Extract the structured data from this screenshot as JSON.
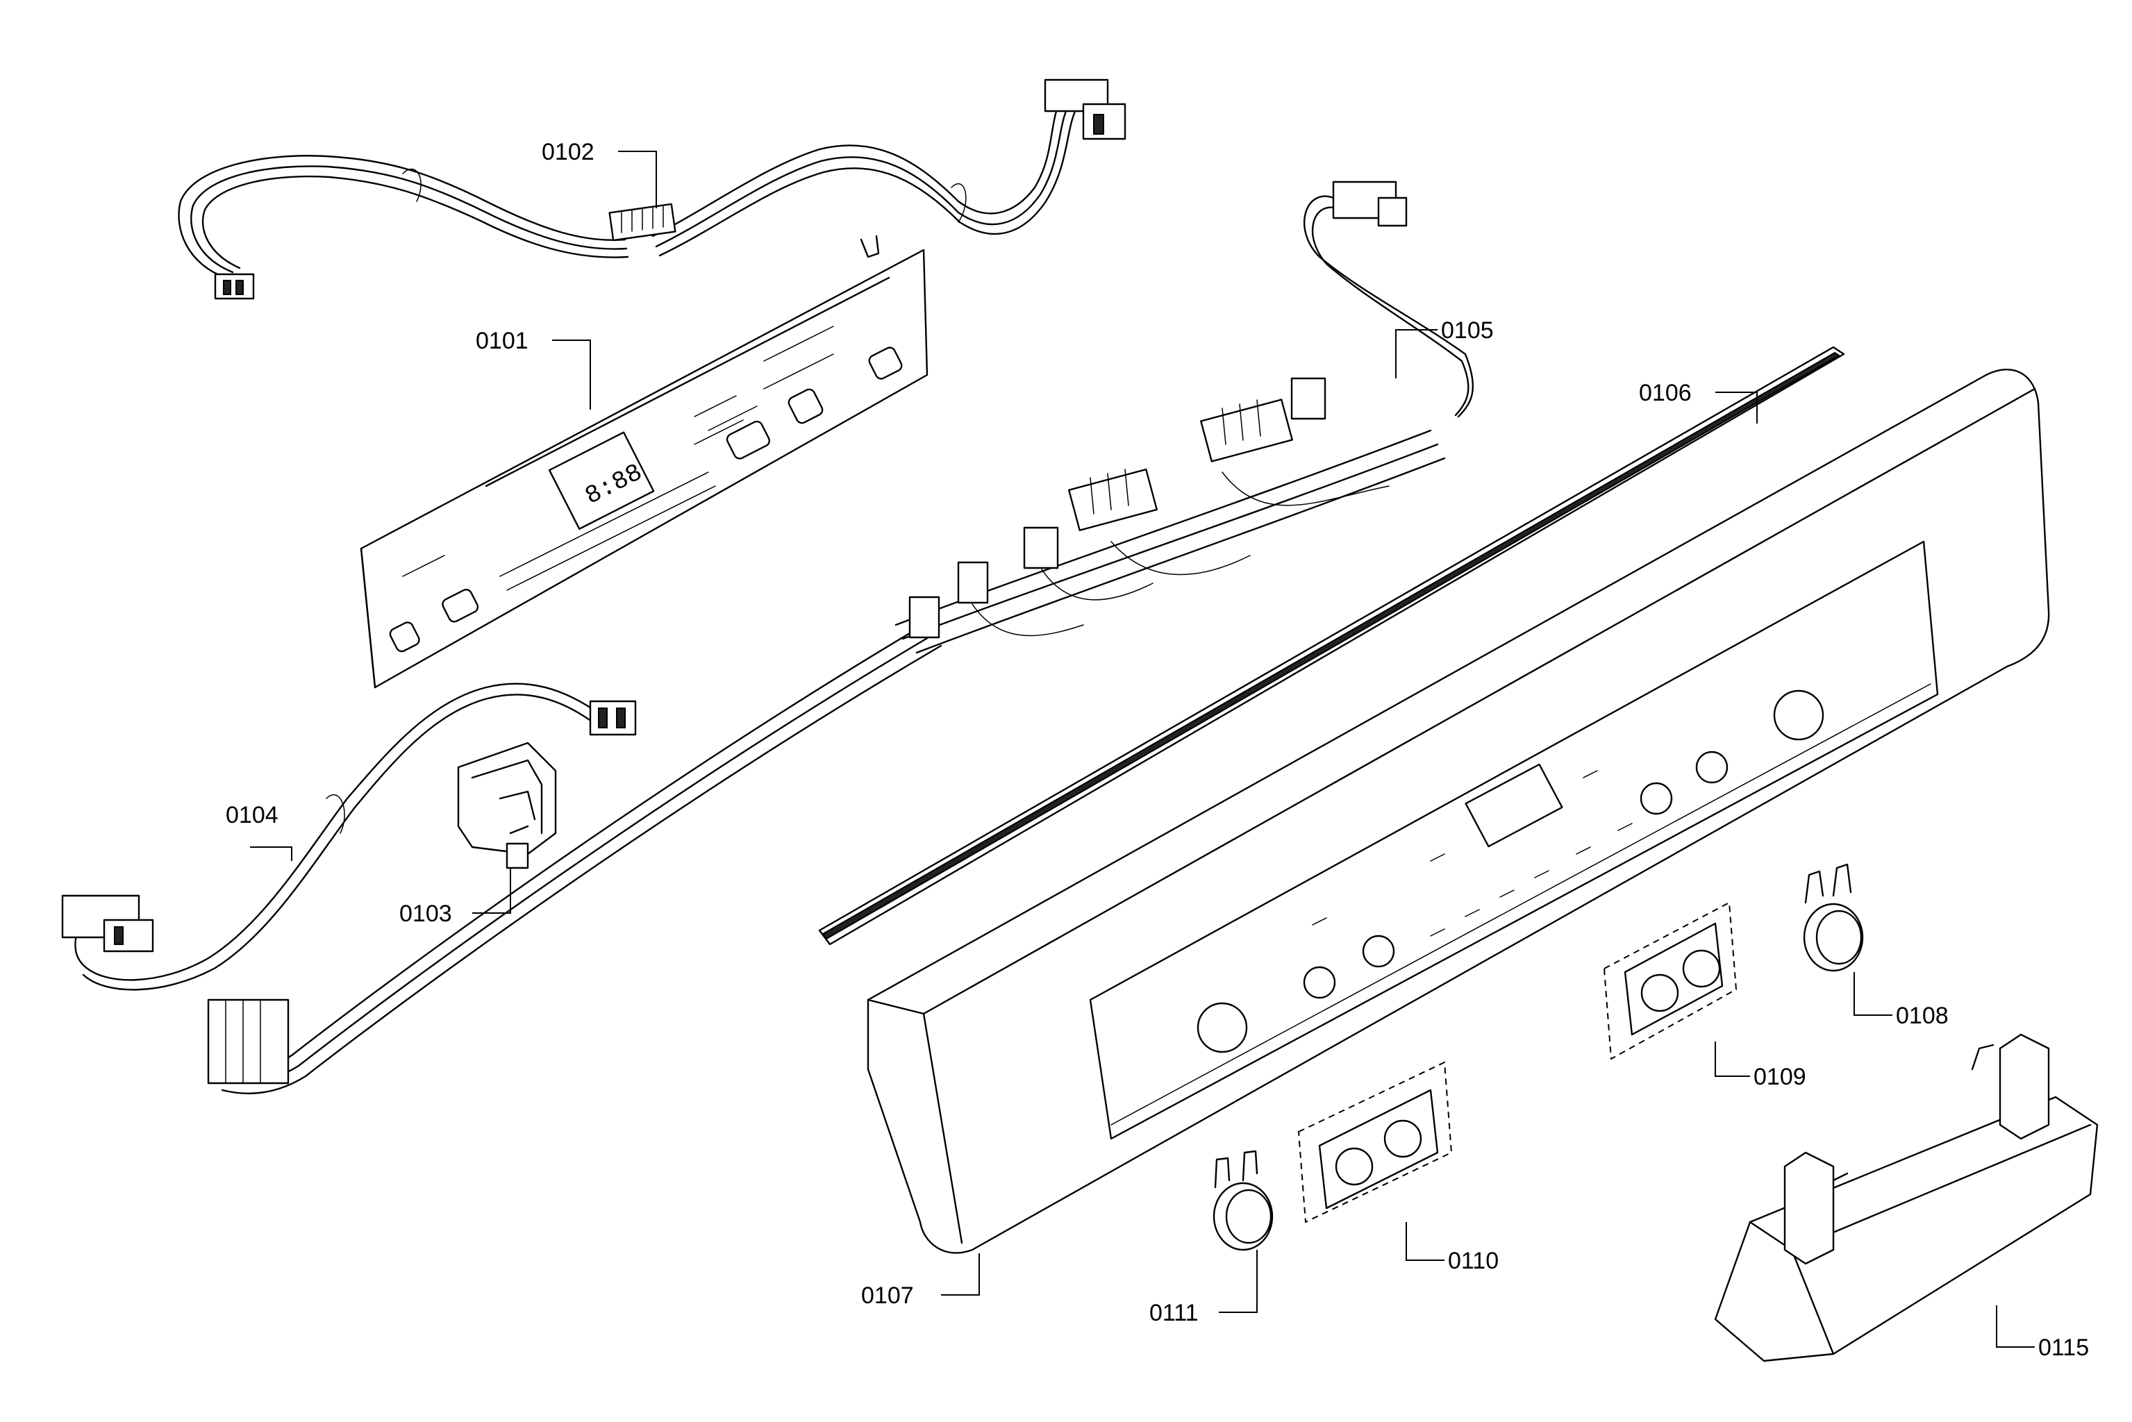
{
  "diagram": {
    "parts": [
      {
        "id": "p0101",
        "label": "0101"
      },
      {
        "id": "p0102",
        "label": "0102"
      },
      {
        "id": "p0103",
        "label": "0103"
      },
      {
        "id": "p0104",
        "label": "0104"
      },
      {
        "id": "p0105",
        "label": "0105"
      },
      {
        "id": "p0106",
        "label": "0106"
      },
      {
        "id": "p0107",
        "label": "0107"
      },
      {
        "id": "p0108",
        "label": "0108"
      },
      {
        "id": "p0109",
        "label": "0109"
      },
      {
        "id": "p0110",
        "label": "0110"
      },
      {
        "id": "p0111",
        "label": "0111"
      },
      {
        "id": "p0115",
        "label": "0115"
      }
    ],
    "display_readout": "8:88"
  }
}
